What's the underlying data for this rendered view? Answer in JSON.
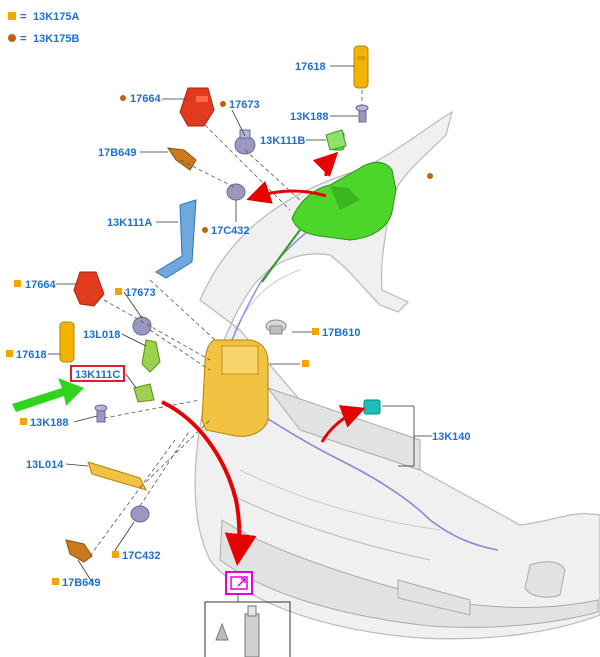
{
  "legend": [
    {
      "symbol": "square",
      "color": "#f5a500",
      "label": "13K175A"
    },
    {
      "symbol": "dot",
      "color": "#c0620a",
      "label": "13K175B"
    }
  ],
  "labels": {
    "l17618_top": "17618",
    "l13K188_top": "13K188",
    "l13K111B": "13K111B",
    "l17664_top": "17664",
    "l17673_top": "17673",
    "l17B649_top": "17B649",
    "l13K111A": "13K111A",
    "l17C432_top": "17C432",
    "l17664_left": "17664",
    "l17673_mid": "17673",
    "l13L018": "13L018",
    "l17B610": "17B610",
    "l17618_left": "17618",
    "l13K111C": "13K111C",
    "l13K188_left": "13K188",
    "l13K140": "13K140",
    "l13L014": "13L014",
    "l17C432_bot": "17C432",
    "l17B649_bot": "17B649"
  },
  "colors": {
    "label_text": "#1e6fd0",
    "reservoir_green": "#4cd629",
    "pump_red": "#e23a1c",
    "part_yellow": "#f2b400",
    "grommet_purple": "#9a98c0",
    "connector_teal": "#19c0b8",
    "callout_arrow_red": "#e60000",
    "pointer_arrow_green": "#2fd51c",
    "highlight_box_red": "#e0001a",
    "zoom_box_magenta": "#e000e0"
  },
  "icons": [
    "external-link-icon"
  ]
}
